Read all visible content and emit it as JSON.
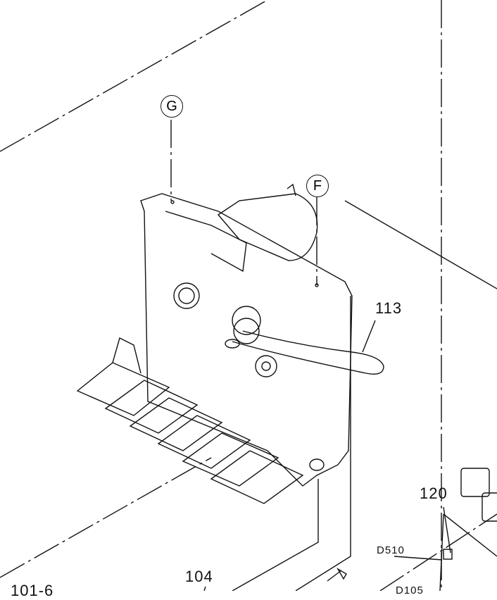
{
  "labels": {
    "ref_g": "G",
    "ref_f": "F",
    "belt": "113",
    "board": "120",
    "led": "D510",
    "screw": "104",
    "chassis": "101-6",
    "diode_partial": "D105"
  }
}
